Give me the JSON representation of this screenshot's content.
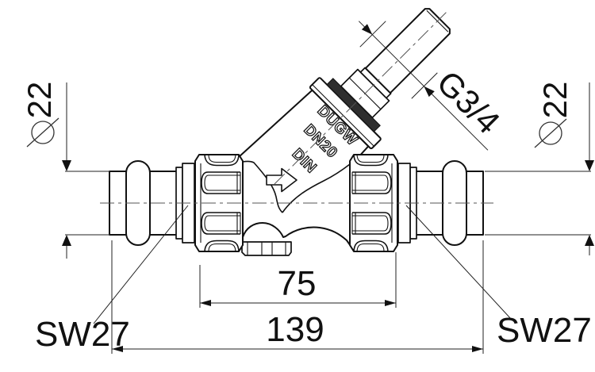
{
  "drawing": {
    "dimensions": {
      "diameter_symbol": "⌀",
      "diameter_left": "22",
      "diameter_right": "22",
      "thread_size": "G3/4",
      "port_distance": "75",
      "overall_length": "139",
      "wrench_size_left": "SW27",
      "wrench_size_right": "SW27"
    },
    "markings": {
      "line1": "DUGW",
      "line2": "DN20",
      "line3": "DIN"
    }
  }
}
